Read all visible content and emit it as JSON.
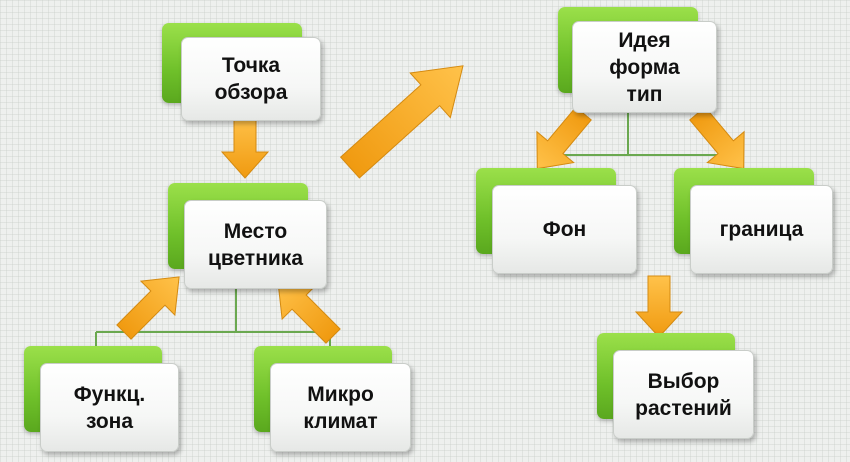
{
  "nodes": {
    "viewpoint": {
      "label": "Точка\nобзора"
    },
    "flowerbed_place": {
      "label": "Место\nцветника"
    },
    "functional_zone": {
      "label": "Функц.\nзона"
    },
    "microclimate": {
      "label": "Микро\nклимат"
    },
    "idea": {
      "label": "Идея\nформа\nтип"
    },
    "background": {
      "label": "Фон"
    },
    "border": {
      "label": "граница"
    },
    "plant_choice": {
      "label": "Выбор\nрастений"
    }
  },
  "colors": {
    "tab_green": "#6fc02a",
    "arrow_orange": "#f5a623",
    "connector_green": "#6aa84f"
  }
}
